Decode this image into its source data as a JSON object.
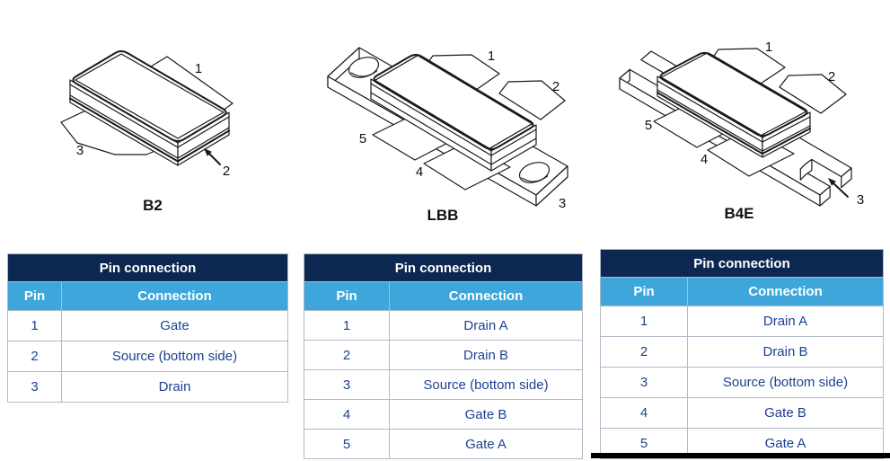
{
  "packages": [
    {
      "label": "B2",
      "callouts": [
        "1",
        "2",
        "3"
      ],
      "table": {
        "title": "Pin connection",
        "columns": [
          "Pin",
          "Connection"
        ],
        "rows": [
          [
            "1",
            "Gate"
          ],
          [
            "2",
            "Source (bottom side)"
          ],
          [
            "3",
            "Drain"
          ]
        ]
      }
    },
    {
      "label": "LBB",
      "callouts": [
        "1",
        "2",
        "3",
        "4",
        "5"
      ],
      "table": {
        "title": "Pin connection",
        "columns": [
          "Pin",
          "Connection"
        ],
        "rows": [
          [
            "1",
            "Drain A"
          ],
          [
            "2",
            "Drain B"
          ],
          [
            "3",
            "Source (bottom side)"
          ],
          [
            "4",
            "Gate B"
          ],
          [
            "5",
            "Gate A"
          ]
        ]
      }
    },
    {
      "label": "B4E",
      "callouts": [
        "1",
        "2",
        "3",
        "4",
        "5"
      ],
      "table": {
        "title": "Pin connection",
        "columns": [
          "Pin",
          "Connection"
        ],
        "rows": [
          [
            "1",
            "Drain A"
          ],
          [
            "2",
            "Drain B"
          ],
          [
            "3",
            "Source (bottom side)"
          ],
          [
            "4",
            "Gate B"
          ],
          [
            "5",
            "Gate A"
          ]
        ]
      }
    }
  ],
  "colors": {
    "table_header_bg": "#0d2850",
    "table_subheader_bg": "#3ea6da",
    "table_cell_text": "#1e4092",
    "table_border": "#aeb9c7",
    "drawing_line": "#1a1a1a",
    "divider_bar": "#000000"
  }
}
